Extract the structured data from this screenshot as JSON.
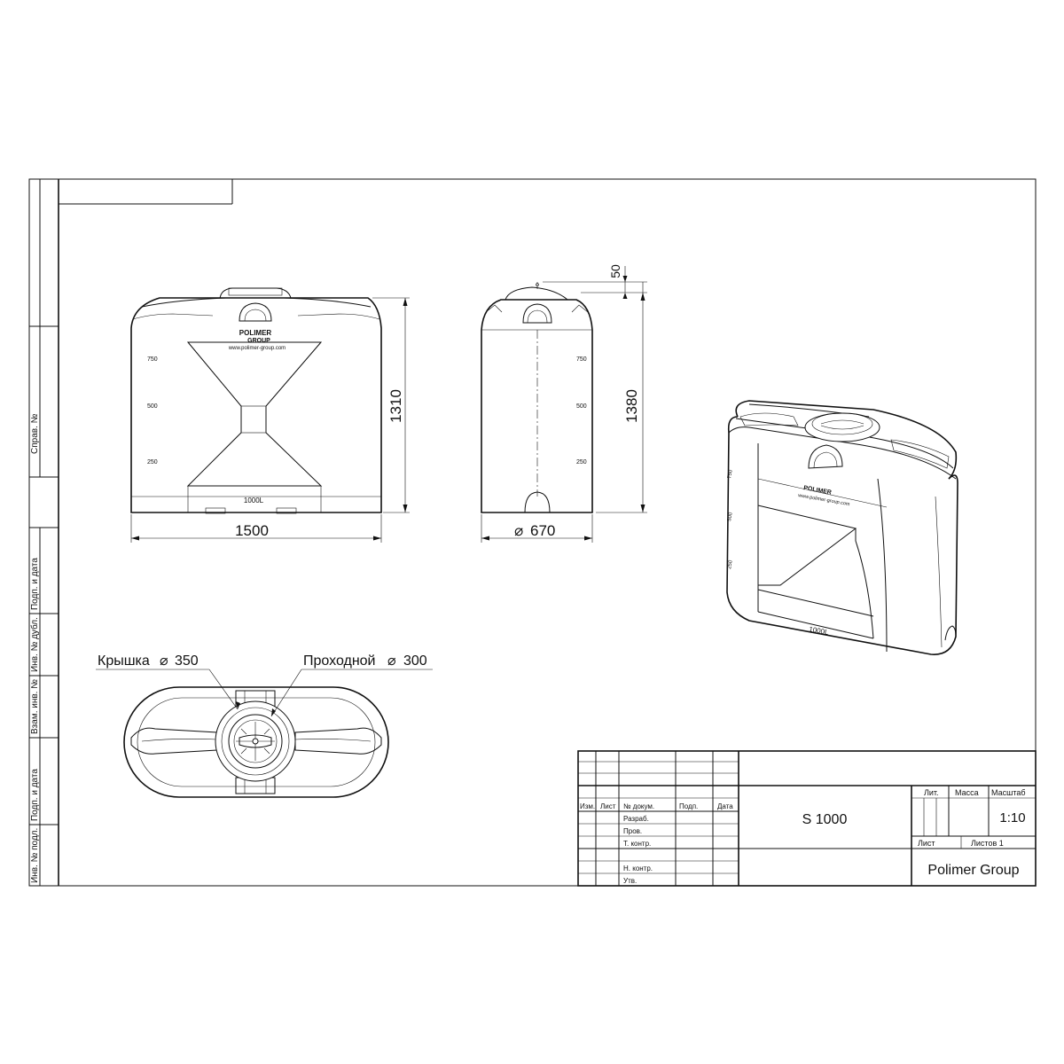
{
  "drawing": {
    "name": "S 1000",
    "company": "Polimer Group",
    "scale": "1:10",
    "sheets_total": "Листов 1",
    "sheet_label": "Лист",
    "lit_label": "Лит.",
    "mass_label": "Масса",
    "scale_label": "Масштаб"
  },
  "title_block": {
    "izm": "Изм.",
    "list": "Лист",
    "doc_no": "№ докум.",
    "sign": "Подп.",
    "date": "Дата",
    "razrab": "Разраб.",
    "prov": "Пров.",
    "t_kontr": "Т. контр.",
    "n_kontr": "Н. контр.",
    "utv": "Утв."
  },
  "side_stamps": {
    "sprav_no": "Справ. №",
    "podp_data_1": "Подп. и дата",
    "inv_dubl": "Инв. № дубл.",
    "vzam_inv": "Взам. инв. №",
    "podp_data_2": "Подп. и дата",
    "inv_podl": "Инв. № подл."
  },
  "dimensions": {
    "width": "1500",
    "height_front": "1310",
    "diameter_side": "670",
    "height_side": "1380",
    "top_offset": "50"
  },
  "callouts": {
    "lid": "Крышка",
    "lid_diam": "350",
    "manhole": "Проходной",
    "manhole_diam": "300"
  },
  "tank_marks": {
    "level_750": "750",
    "level_500": "500",
    "level_250": "250",
    "capacity": "1000L",
    "logo_top": "POLIMER",
    "logo_bottom": "GROUP",
    "website": "www.polimer-group.com"
  },
  "symbols": {
    "diameter": "⌀"
  }
}
